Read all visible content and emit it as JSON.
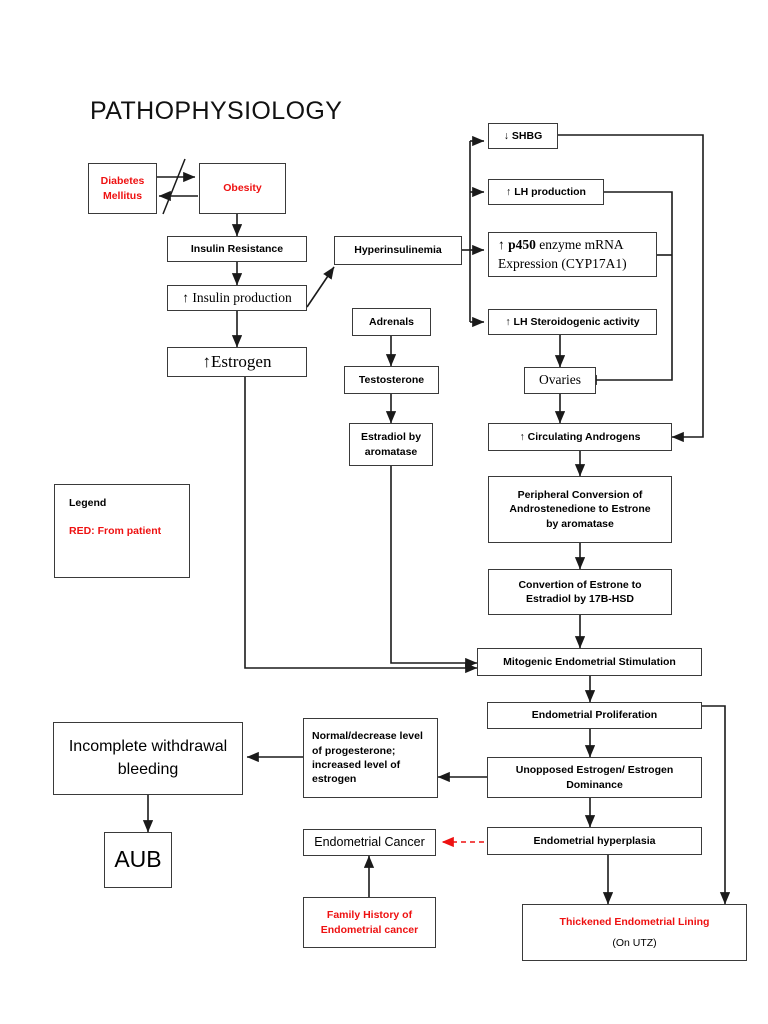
{
  "title": "PATHOPHYSIOLOGY",
  "legend": {
    "heading": "Legend",
    "key": "RED: From patient"
  },
  "nodes": {
    "diabetes_l1": "Diabetes",
    "diabetes_l2": "Mellitus",
    "obesity": "Obesity",
    "insulin_resistance": "Insulin Resistance",
    "insulin_production": "↑ Insulin production",
    "estrogen": "↑Estrogen",
    "hyperinsulinemia": "Hyperinsulinemia",
    "adrenals": "Adrenals",
    "testosterone": "Testosterone",
    "estradiol_l1": "Estradiol by",
    "estradiol_l2": "aromatase",
    "shbg": "↓ SHBG",
    "lh_production": "↑ LH production",
    "p450_l1_a": "↑ ",
    "p450_l1_b": "p450",
    "p450_l1_c": " enzyme mRNA",
    "p450_l2": "Expression (CYP17A1)",
    "lh_steroidogenic": "↑ LH Steroidogenic activity",
    "ovaries": "Ovaries",
    "circulating_androgens": "↑ Circulating Androgens",
    "peripheral_l1": "Peripheral Conversion of",
    "peripheral_l2": "Androstenedione to Estrone",
    "peripheral_l3": "by aromatase",
    "convertion_l1": "Convertion of Estrone to",
    "convertion_l2": "Estradiol by 17B-HSD",
    "mitogenic": "Mitogenic Endometrial Stimulation",
    "proliferation": "Endometrial Proliferation",
    "unopposed_l1": "Unopposed Estrogen/ Estrogen",
    "unopposed_l2": "Dominance",
    "hyperplasia": "Endometrial hyperplasia",
    "progesterone_l1": "Normal/decrease level",
    "progesterone_l2": "of progesterone;",
    "progesterone_l3": "increased level of",
    "progesterone_l4": "estrogen",
    "incomplete_l1": "Incomplete withdrawal",
    "incomplete_l2": "bleeding",
    "aub": "AUB",
    "endometrial_cancer": "Endometrial Cancer",
    "family_history_l1": "Family History of",
    "family_history_l2": "Endometrial cancer",
    "thickened_l1": "Thickened Endometrial Lining",
    "thickened_l2": "(On UTZ)"
  },
  "colors": {
    "patient_red": "#ee1111",
    "stroke": "#3a3a3a",
    "text": "#000000",
    "background": "#ffffff"
  }
}
